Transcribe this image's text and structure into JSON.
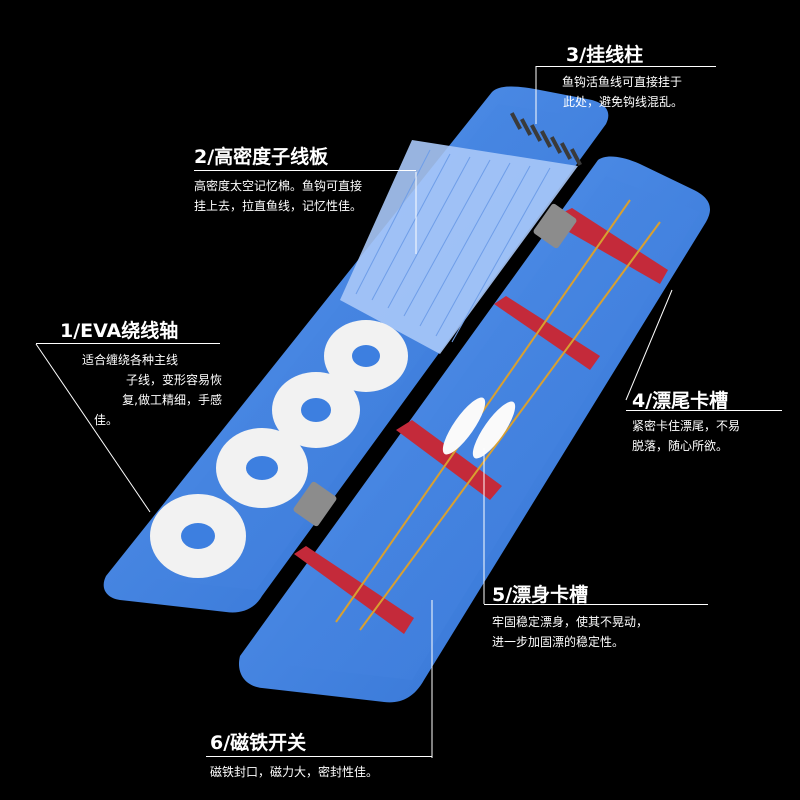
{
  "colors": {
    "background": "#000000",
    "case_blue": "#3d7fe0",
    "case_blue_dark": "#2a5fb8",
    "slot_red": "#c42a3a",
    "annotation_text": "#ffffff"
  },
  "annotations": [
    {
      "id": "3",
      "title": "3/挂线柱",
      "desc_lines": [
        "鱼钩活鱼线可直接挂于",
        "此处，避免钩线混乱。"
      ]
    },
    {
      "id": "2",
      "title": "2/高密度子线板",
      "desc_lines": [
        "高密度太空记忆棉。鱼钩可直接",
        "挂上去，拉直鱼线，记忆性佳。"
      ]
    },
    {
      "id": "1",
      "title": "1/EVA绕线轴",
      "desc_lines": [
        "适合缠绕各种主线",
        "子线，变形容易恢",
        "复,做工精细，手感",
        "佳。"
      ]
    },
    {
      "id": "4",
      "title": "4/漂尾卡槽",
      "desc_lines": [
        "紧密卡住漂尾，不易",
        "脱落，随心所欲。"
      ]
    },
    {
      "id": "5",
      "title": "5/漂身卡槽",
      "desc_lines": [
        "牢固稳定漂身，使其不晃动，",
        "进一步加固漂的稳定性。"
      ]
    },
    {
      "id": "6",
      "title": "6/磁铁开关",
      "desc_lines": [
        "磁铁封口，磁力大，密封性佳。"
      ]
    }
  ]
}
